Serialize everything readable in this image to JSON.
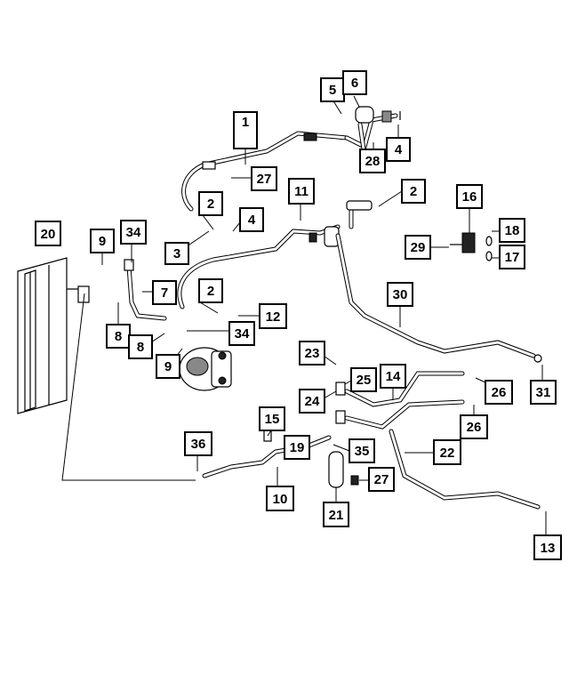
{
  "callouts": [
    {
      "id": "c1",
      "label": "1"
    },
    {
      "id": "c2a",
      "label": "2"
    },
    {
      "id": "c2b",
      "label": "2"
    },
    {
      "id": "c2c",
      "label": "2"
    },
    {
      "id": "c3",
      "label": "3"
    },
    {
      "id": "c4a",
      "label": "4"
    },
    {
      "id": "c4b",
      "label": "4"
    },
    {
      "id": "c5",
      "label": "5"
    },
    {
      "id": "c6",
      "label": "6"
    },
    {
      "id": "c7",
      "label": "7"
    },
    {
      "id": "c8a",
      "label": "8"
    },
    {
      "id": "c8b",
      "label": "8"
    },
    {
      "id": "c9a",
      "label": "9"
    },
    {
      "id": "c9b",
      "label": "9"
    },
    {
      "id": "c10",
      "label": "10"
    },
    {
      "id": "c11",
      "label": "11"
    },
    {
      "id": "c12",
      "label": "12"
    },
    {
      "id": "c13",
      "label": "13"
    },
    {
      "id": "c14",
      "label": "14"
    },
    {
      "id": "c15",
      "label": "15"
    },
    {
      "id": "c16",
      "label": "16"
    },
    {
      "id": "c17",
      "label": "17"
    },
    {
      "id": "c18",
      "label": "18"
    },
    {
      "id": "c19",
      "label": "19"
    },
    {
      "id": "c20",
      "label": "20"
    },
    {
      "id": "c21",
      "label": "21"
    },
    {
      "id": "c22",
      "label": "22"
    },
    {
      "id": "c23",
      "label": "23"
    },
    {
      "id": "c24",
      "label": "24"
    },
    {
      "id": "c25",
      "label": "25"
    },
    {
      "id": "c26a",
      "label": "26"
    },
    {
      "id": "c26b",
      "label": "26"
    },
    {
      "id": "c27a",
      "label": "27"
    },
    {
      "id": "c27b",
      "label": "27"
    },
    {
      "id": "c28",
      "label": "28"
    },
    {
      "id": "c29",
      "label": "29"
    },
    {
      "id": "c30",
      "label": "30"
    },
    {
      "id": "c31",
      "label": "31"
    },
    {
      "id": "c34a",
      "label": "34"
    },
    {
      "id": "c34b",
      "label": "34"
    },
    {
      "id": "c35",
      "label": "35"
    },
    {
      "id": "c36",
      "label": "36"
    }
  ],
  "colors": {
    "line": "#000000",
    "background": "#ffffff"
  }
}
